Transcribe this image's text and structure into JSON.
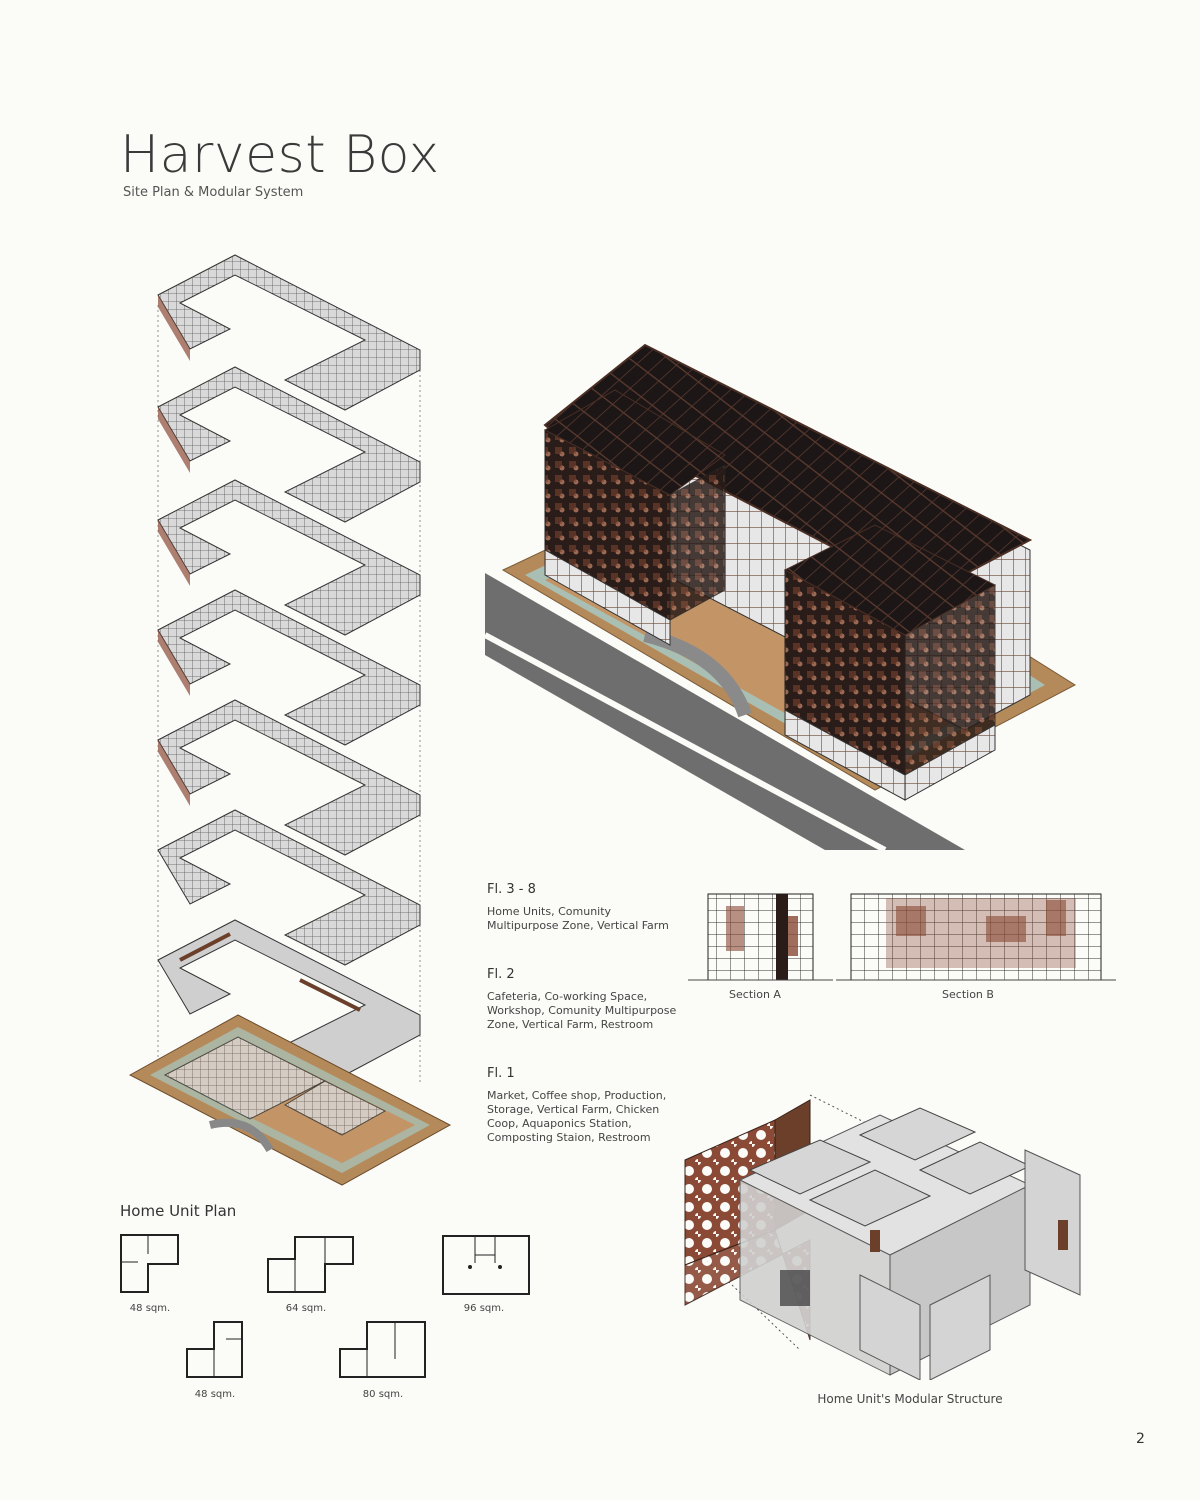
{
  "title": "Harvest Box",
  "subtitle": "Site Plan & Modular System",
  "floors": [
    {
      "label": "Fl. 3 - 8",
      "desc": "Home Units, Comunity\nMultipurpose Zone, Vertical Farm"
    },
    {
      "label": "Fl. 2",
      "desc": "Cafeteria, Co-working Space,\nWorkshop, Comunity Multipurpose\nZone, Vertical Farm, Restroom"
    },
    {
      "label": "Fl. 1",
      "desc": "Market, Coffee shop, Production,\nStorage, Vertical Farm, Chicken\nCoop, Aquaponics Station,\nComposting Staion, Restroom"
    }
  ],
  "sections": [
    "Section A",
    "Section B"
  ],
  "home_unit_plan": {
    "title": "Home Unit Plan",
    "units": [
      "48 sqm.",
      "64 sqm.",
      "96 sqm.",
      "48 sqm.",
      "80 sqm."
    ]
  },
  "modular_caption": "Home Unit's Modular Structure",
  "page_number": "2",
  "colors": {
    "rust": "#8a4a36",
    "tan": "#b58a5a",
    "road": "#6e6e6e",
    "dark": "#1c1616",
    "mint": "#a9bfb4"
  }
}
